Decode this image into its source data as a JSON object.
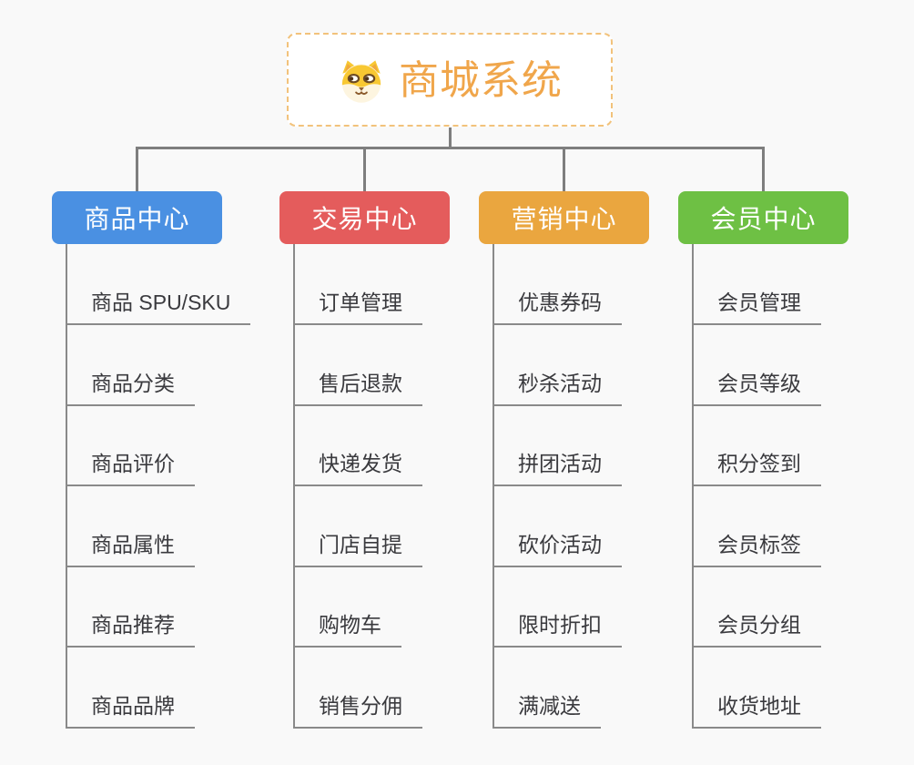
{
  "root": {
    "label": "商城系统",
    "icon": "shiba-dog-icon"
  },
  "branches": [
    {
      "label": "商品中心",
      "color": "#4a90e2",
      "items": [
        "商品 SPU/SKU",
        "商品分类",
        "商品评价",
        "商品属性",
        "商品推荐",
        "商品品牌"
      ]
    },
    {
      "label": "交易中心",
      "color": "#e45c5c",
      "items": [
        "订单管理",
        "售后退款",
        "快递发货",
        "门店自提",
        "购物车",
        "销售分佣"
      ]
    },
    {
      "label": "营销中心",
      "color": "#eaa63f",
      "items": [
        "优惠券码",
        "秒杀活动",
        "拼团活动",
        "砍价活动",
        "限时折扣",
        "满减送"
      ]
    },
    {
      "label": "会员中心",
      "color": "#6ec044",
      "items": [
        "会员管理",
        "会员等级",
        "积分签到",
        "会员标签",
        "会员分组",
        "收货地址"
      ]
    }
  ],
  "palette": {
    "background": "#f9f9f9",
    "connector": "#7e7e7e",
    "leaf_line": "#8a8a8a",
    "leaf_text": "#3a3a3e",
    "node_text": "#ffffff",
    "root_text": "#f0a64b",
    "root_border": "#f2c27b",
    "root_bg": "#ffffff",
    "dog_fur": "#f8c832",
    "dog_muzzle": "#fdf5e0",
    "dog_detail": "#8b5a2b"
  }
}
